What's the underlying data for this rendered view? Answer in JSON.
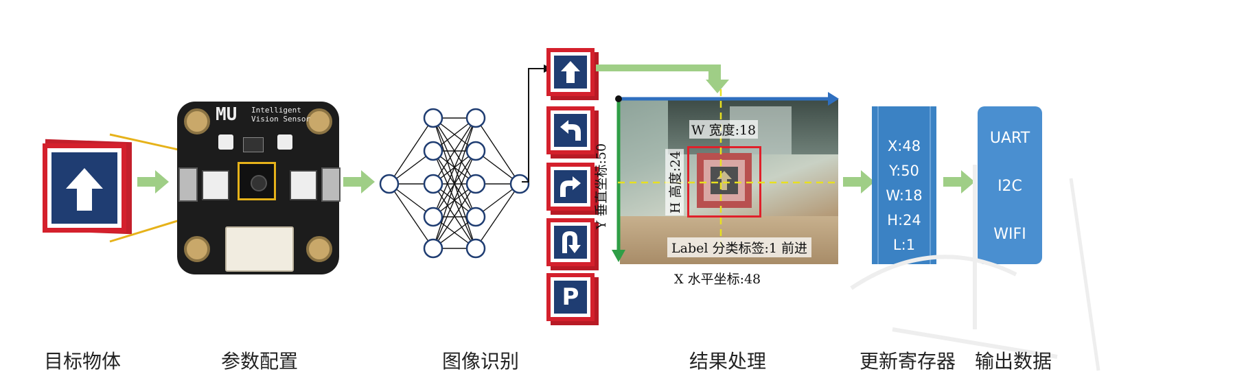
{
  "stages": {
    "target": "目标物体",
    "config": "参数配置",
    "recognition": "图像识别",
    "processing": "结果处理",
    "register": "更新寄存器",
    "output": "输出数据"
  },
  "sensor": {
    "brand": "MU",
    "name_line1": "Intelligent",
    "name_line2": "Vision Sensor"
  },
  "signs": [
    {
      "icon": "arrow-up-icon"
    },
    {
      "icon": "turn-left-icon"
    },
    {
      "icon": "turn-right-icon"
    },
    {
      "icon": "u-turn-icon"
    },
    {
      "icon": "parking-icon",
      "text": "P"
    }
  ],
  "camera": {
    "width_label": "W 宽度:18",
    "height_label": "H 高度:24",
    "y_axis_label": "Y 垂直坐标:50",
    "x_axis_label": "X 水平坐标:48",
    "class_label": "Label 分类标签:1 前进"
  },
  "register": {
    "lines": [
      "X:48",
      "Y:50",
      "W:18",
      "H:24",
      "L:1"
    ]
  },
  "outputs": [
    "UART",
    "I2C",
    "WIFI"
  ],
  "colors": {
    "green_arrow": "#9fce86",
    "red": "#d4202c",
    "navy": "#1f3d72",
    "blue_box": "#3b82c4",
    "yellow": "#e6b21a"
  }
}
